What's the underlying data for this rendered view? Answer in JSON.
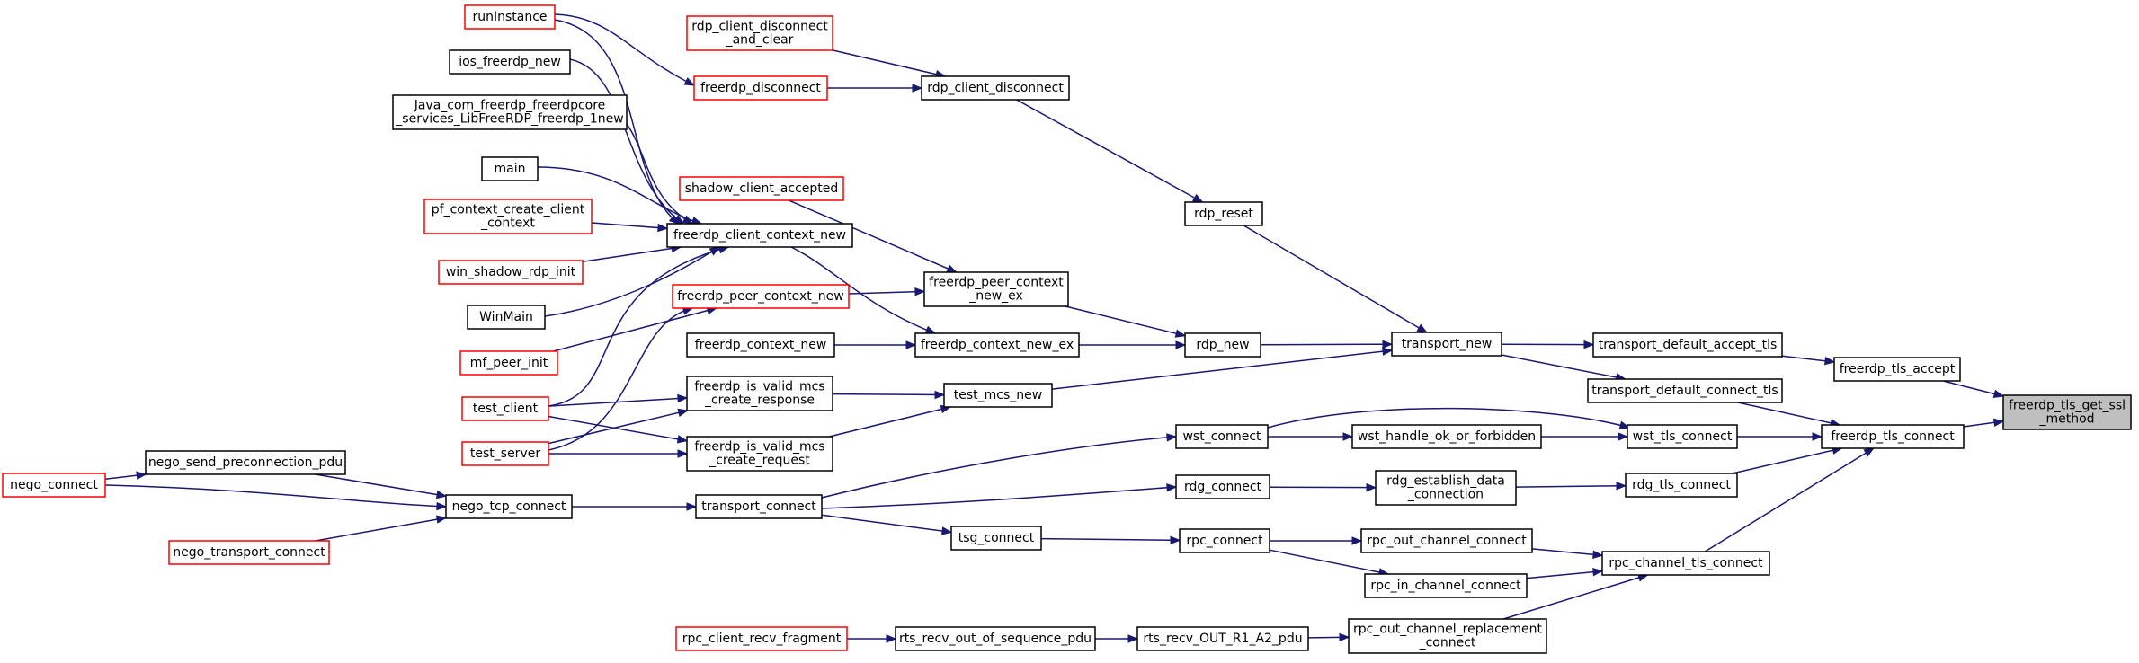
{
  "graph": {
    "nodes": [
      {
        "id": "focus",
        "lines": [
          "freerdp_tls_get_ssl",
          "_method"
        ],
        "border": "black",
        "focus": true,
        "interactable": false
      },
      {
        "id": "tls_accept",
        "lines": [
          "freerdp_tls_accept"
        ],
        "border": "black"
      },
      {
        "id": "tls_connect",
        "lines": [
          "freerdp_tls_connect"
        ],
        "border": "black"
      },
      {
        "id": "transport_default_accept_tls",
        "lines": [
          "transport_default_accept_tls"
        ],
        "border": "black"
      },
      {
        "id": "transport_default_connect_tls",
        "lines": [
          "transport_default_connect_tls"
        ],
        "border": "black"
      },
      {
        "id": "transport_new",
        "lines": [
          "transport_new"
        ],
        "border": "black"
      },
      {
        "id": "rdp_reset",
        "lines": [
          "rdp_reset"
        ],
        "border": "black"
      },
      {
        "id": "rdp_new",
        "lines": [
          "rdp_new"
        ],
        "border": "black"
      },
      {
        "id": "rdp_client_disconnect",
        "lines": [
          "rdp_client_disconnect"
        ],
        "border": "black"
      },
      {
        "id": "rdp_client_disconnect_and_clear",
        "lines": [
          "rdp_client_disconnect",
          "_and_clear"
        ],
        "border": "red"
      },
      {
        "id": "freerdp_disconnect",
        "lines": [
          "freerdp_disconnect"
        ],
        "border": "red"
      },
      {
        "id": "runInstance",
        "lines": [
          "runInstance"
        ],
        "border": "red"
      },
      {
        "id": "ios_freerdp_new",
        "lines": [
          "ios_freerdp_new"
        ],
        "border": "black"
      },
      {
        "id": "java_jni",
        "lines": [
          "Java_com_freerdp_freerdpcore",
          "_services_LibFreeRDP_freerdp_1new"
        ],
        "border": "black"
      },
      {
        "id": "main",
        "lines": [
          "main"
        ],
        "border": "black"
      },
      {
        "id": "pf_context",
        "lines": [
          "pf_context_create_client",
          "_context"
        ],
        "border": "red"
      },
      {
        "id": "win_shadow",
        "lines": [
          "win_shadow_rdp_init"
        ],
        "border": "red"
      },
      {
        "id": "WinMain",
        "lines": [
          "WinMain"
        ],
        "border": "black"
      },
      {
        "id": "mf_peer_init",
        "lines": [
          "mf_peer_init"
        ],
        "border": "red"
      },
      {
        "id": "test_client",
        "lines": [
          "test_client"
        ],
        "border": "red"
      },
      {
        "id": "test_server",
        "lines": [
          "test_server"
        ],
        "border": "red"
      },
      {
        "id": "shadow_client_accepted",
        "lines": [
          "shadow_client_accepted"
        ],
        "border": "red"
      },
      {
        "id": "client_context_new",
        "lines": [
          "freerdp_client_context_new"
        ],
        "border": "black"
      },
      {
        "id": "peer_context_new",
        "lines": [
          "freerdp_peer_context_new"
        ],
        "border": "red"
      },
      {
        "id": "context_new",
        "lines": [
          "freerdp_context_new"
        ],
        "border": "black"
      },
      {
        "id": "peer_context_new_ex",
        "lines": [
          "freerdp_peer_context",
          "_new_ex"
        ],
        "border": "black"
      },
      {
        "id": "context_new_ex",
        "lines": [
          "freerdp_context_new_ex"
        ],
        "border": "black"
      },
      {
        "id": "valid_mcs_response",
        "lines": [
          "freerdp_is_valid_mcs",
          "_create_response"
        ],
        "border": "black"
      },
      {
        "id": "valid_mcs_request",
        "lines": [
          "freerdp_is_valid_mcs",
          "_create_request"
        ],
        "border": "black"
      },
      {
        "id": "test_mcs_new",
        "lines": [
          "test_mcs_new"
        ],
        "border": "black"
      },
      {
        "id": "wst_tls_connect",
        "lines": [
          "wst_tls_connect"
        ],
        "border": "black"
      },
      {
        "id": "wst_handle_ok",
        "lines": [
          "wst_handle_ok_or_forbidden"
        ],
        "border": "black"
      },
      {
        "id": "wst_connect",
        "lines": [
          "wst_connect"
        ],
        "border": "black"
      },
      {
        "id": "rdg_tls_connect",
        "lines": [
          "rdg_tls_connect"
        ],
        "border": "black"
      },
      {
        "id": "rdg_establish",
        "lines": [
          "rdg_establish_data",
          "_connection"
        ],
        "border": "black"
      },
      {
        "id": "rdg_connect",
        "lines": [
          "rdg_connect"
        ],
        "border": "black"
      },
      {
        "id": "transport_connect",
        "lines": [
          "transport_connect"
        ],
        "border": "black"
      },
      {
        "id": "nego_tcp_connect",
        "lines": [
          "nego_tcp_connect"
        ],
        "border": "black"
      },
      {
        "id": "nego_send_preconnection_pdu",
        "lines": [
          "nego_send_preconnection_pdu"
        ],
        "border": "black"
      },
      {
        "id": "nego_connect",
        "lines": [
          "nego_connect"
        ],
        "border": "red"
      },
      {
        "id": "nego_transport_connect",
        "lines": [
          "nego_transport_connect"
        ],
        "border": "red"
      },
      {
        "id": "tsg_connect",
        "lines": [
          "tsg_connect"
        ],
        "border": "black"
      },
      {
        "id": "rpc_connect",
        "lines": [
          "rpc_connect"
        ],
        "border": "black"
      },
      {
        "id": "rpc_out_channel_connect",
        "lines": [
          "rpc_out_channel_connect"
        ],
        "border": "black"
      },
      {
        "id": "rpc_in_channel_connect",
        "lines": [
          "rpc_in_channel_connect"
        ],
        "border": "black"
      },
      {
        "id": "rpc_channel_tls_connect",
        "lines": [
          "rpc_channel_tls_connect"
        ],
        "border": "black"
      },
      {
        "id": "rpc_out_channel_replacement",
        "lines": [
          "rpc_out_channel_replacement",
          "_connect"
        ],
        "border": "black"
      },
      {
        "id": "rts_recv_out_r1",
        "lines": [
          "rts_recv_OUT_R1_A2_pdu"
        ],
        "border": "black"
      },
      {
        "id": "rts_recv_out_of_sequence",
        "lines": [
          "rts_recv_out_of_sequence_pdu"
        ],
        "border": "black"
      },
      {
        "id": "rpc_client_recv_fragment",
        "lines": [
          "rpc_client_recv_fragment"
        ],
        "border": "red"
      }
    ],
    "edges": [
      [
        "tls_accept",
        "focus"
      ],
      [
        "tls_connect",
        "focus"
      ],
      [
        "transport_default_accept_tls",
        "tls_accept"
      ],
      [
        "transport_default_connect_tls",
        "tls_connect"
      ],
      [
        "wst_tls_connect",
        "tls_connect"
      ],
      [
        "rdg_tls_connect",
        "tls_connect"
      ],
      [
        "rpc_channel_tls_connect",
        "tls_connect"
      ],
      [
        "transport_new",
        "transport_default_accept_tls"
      ],
      [
        "transport_new",
        "transport_default_connect_tls"
      ],
      [
        "rdp_reset",
        "transport_new"
      ],
      [
        "rdp_new",
        "transport_new"
      ],
      [
        "test_mcs_new",
        "transport_new"
      ],
      [
        "rdp_client_disconnect",
        "rdp_reset"
      ],
      [
        "rdp_client_disconnect_and_clear",
        "rdp_client_disconnect"
      ],
      [
        "freerdp_disconnect",
        "rdp_client_disconnect"
      ],
      [
        "runInstance",
        "freerdp_disconnect"
      ],
      [
        "peer_context_new_ex",
        "rdp_new"
      ],
      [
        "context_new_ex",
        "rdp_new"
      ],
      [
        "shadow_client_accepted",
        "peer_context_new_ex"
      ],
      [
        "peer_context_new",
        "peer_context_new_ex"
      ],
      [
        "client_context_new",
        "context_new_ex"
      ],
      [
        "context_new",
        "context_new_ex"
      ],
      [
        "runInstance",
        "client_context_new"
      ],
      [
        "ios_freerdp_new",
        "client_context_new"
      ],
      [
        "java_jni",
        "client_context_new"
      ],
      [
        "main",
        "client_context_new"
      ],
      [
        "pf_context",
        "client_context_new"
      ],
      [
        "win_shadow",
        "client_context_new"
      ],
      [
        "WinMain",
        "client_context_new"
      ],
      [
        "test_client",
        "client_context_new"
      ],
      [
        "mf_peer_init",
        "peer_context_new"
      ],
      [
        "test_server",
        "peer_context_new"
      ],
      [
        "valid_mcs_response",
        "test_mcs_new"
      ],
      [
        "valid_mcs_request",
        "test_mcs_new"
      ],
      [
        "test_client",
        "valid_mcs_response"
      ],
      [
        "test_server",
        "valid_mcs_response"
      ],
      [
        "test_client",
        "valid_mcs_request"
      ],
      [
        "test_server",
        "valid_mcs_request"
      ],
      [
        "wst_handle_ok",
        "wst_tls_connect"
      ],
      [
        "wst_connect",
        "wst_tls_connect"
      ],
      [
        "wst_connect",
        "wst_handle_ok"
      ],
      [
        "transport_connect",
        "wst_connect"
      ],
      [
        "rdg_establish",
        "rdg_tls_connect"
      ],
      [
        "rdg_connect",
        "rdg_establish"
      ],
      [
        "transport_connect",
        "rdg_connect"
      ],
      [
        "nego_tcp_connect",
        "transport_connect"
      ],
      [
        "nego_send_preconnection_pdu",
        "nego_tcp_connect"
      ],
      [
        "nego_connect",
        "nego_tcp_connect"
      ],
      [
        "nego_transport_connect",
        "nego_tcp_connect"
      ],
      [
        "nego_connect",
        "nego_send_preconnection_pdu"
      ],
      [
        "transport_connect",
        "tsg_connect"
      ],
      [
        "tsg_connect",
        "rpc_connect"
      ],
      [
        "rpc_connect",
        "rpc_out_channel_connect"
      ],
      [
        "rpc_connect",
        "rpc_in_channel_connect"
      ],
      [
        "rpc_out_channel_connect",
        "rpc_channel_tls_connect"
      ],
      [
        "rpc_in_channel_connect",
        "rpc_channel_tls_connect"
      ],
      [
        "rpc_out_channel_replacement",
        "rpc_channel_tls_connect"
      ],
      [
        "rts_recv_out_r1",
        "rpc_out_channel_replacement"
      ],
      [
        "rts_recv_out_of_sequence",
        "rts_recv_out_r1"
      ],
      [
        "rpc_client_recv_fragment",
        "rts_recv_out_of_sequence"
      ]
    ]
  }
}
